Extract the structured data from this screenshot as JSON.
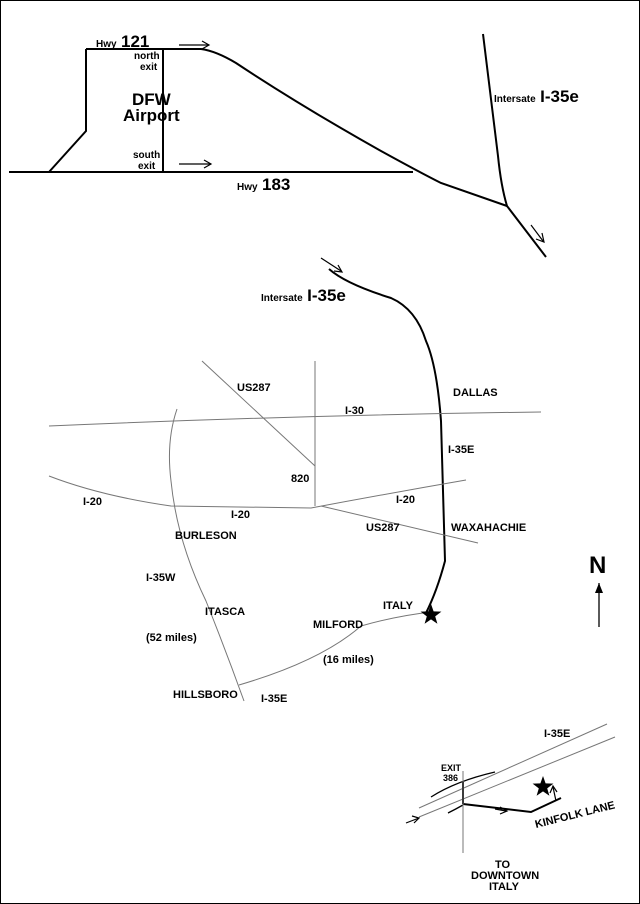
{
  "colors": {
    "ink": "#000000",
    "minor_road": "#777777",
    "background": "#ffffff"
  },
  "icons": {
    "destination": "star-icon",
    "direction": "arrow-icon"
  },
  "top_map": {
    "hwy121_prefix": "Hwy",
    "hwy121_num": "121",
    "north_exit_1": "north",
    "north_exit_2": "exit",
    "airport_1": "DFW",
    "airport_2": "Airport",
    "south_exit_1": "south",
    "south_exit_2": "exit",
    "hwy183_prefix": "Hwy",
    "hwy183_num": "183",
    "i35e_prefix": "Intersate",
    "i35e_num": "I-35e"
  },
  "middle_map": {
    "i35e_prefix": "Intersate",
    "i35e_num": "I-35e",
    "us287_north": "US287",
    "dallas": "DALLAS",
    "i30": "I-30",
    "i35e": "I-35E",
    "r820": "820",
    "i20_west": "I-20",
    "i20_mid": "I-20",
    "i20_east": "I-20",
    "us287_south": "US287",
    "waxahachie": "WAXAHACHIE",
    "burleson": "BURLESON",
    "i35w": "I-35W",
    "itasca": "ITASCA",
    "italy": "ITALY",
    "milford": "MILFORD",
    "miles52": "(52 miles)",
    "miles16": "(16 miles)",
    "hillsboro": "HILLSBORO",
    "i35e_south": "I-35E"
  },
  "compass": {
    "north": "N"
  },
  "inset_map": {
    "i35e": "I-35E",
    "exit_1": "EXIT",
    "exit_2": "386",
    "kinfolk": "KINFOLK LANE",
    "to_1": "TO",
    "to_2": "DOWNTOWN",
    "to_3": "ITALY"
  }
}
